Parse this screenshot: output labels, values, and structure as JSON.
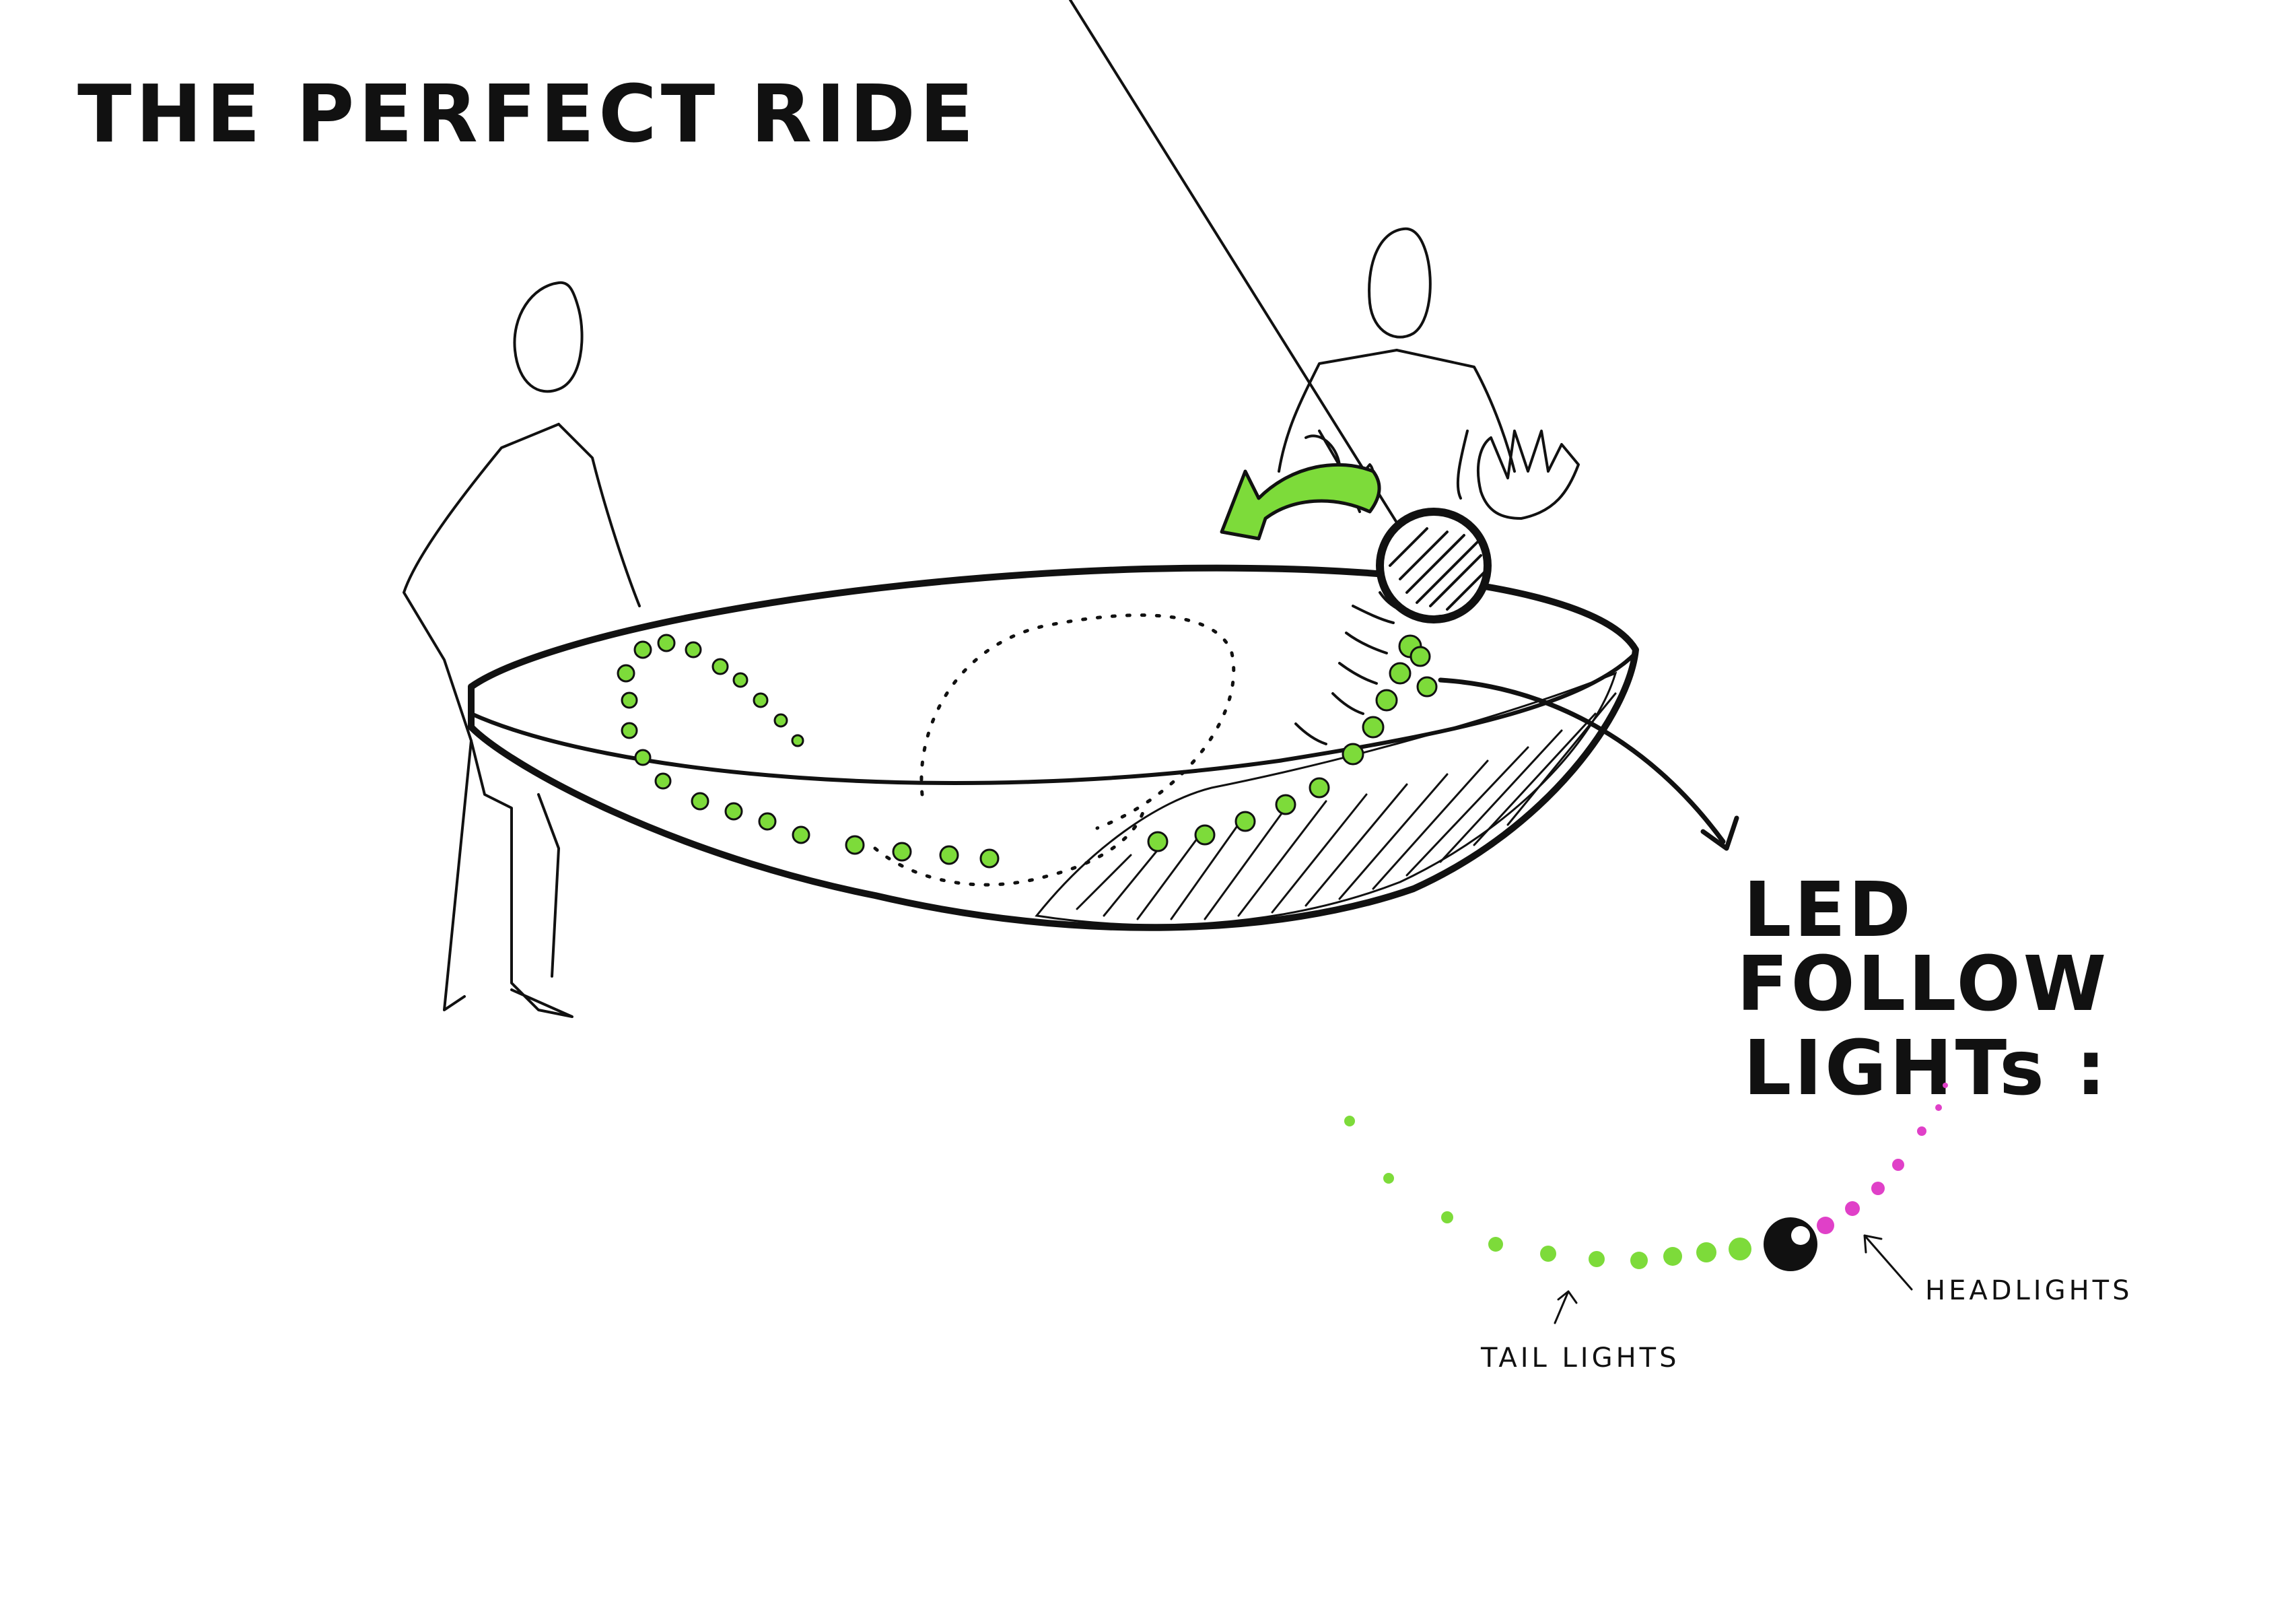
{
  "title": "THE PERFECT RIDE",
  "led_label": {
    "line1": "LED",
    "line2": "FOLLOW",
    "line3": "LIGHTs :"
  },
  "legend": {
    "tail_label": "TAIL LIGHTS",
    "head_label": "HEADLIGHTS"
  },
  "colors": {
    "ink": "#111111",
    "tail_green": "#7ddb3a",
    "head_magenta": "#e040c8",
    "paper": "#ffffff"
  }
}
